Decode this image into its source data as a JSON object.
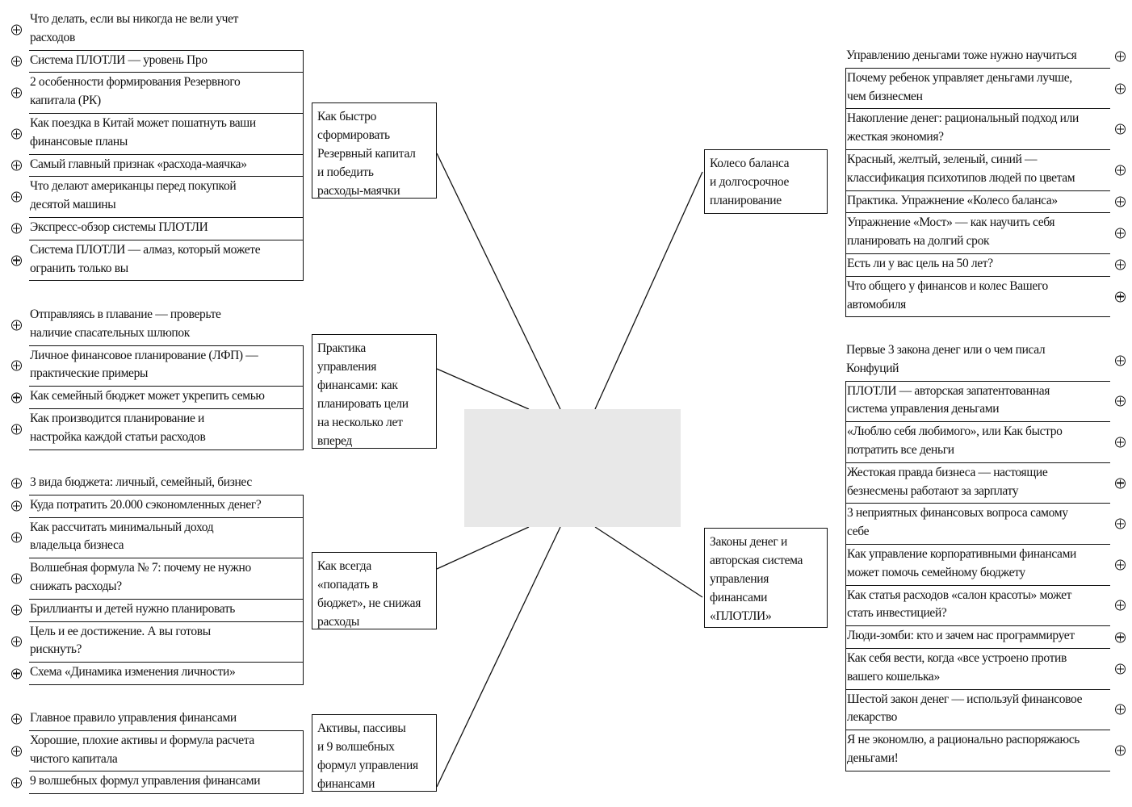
{
  "center": {
    "label": ""
  },
  "branches": [
    {
      "id": "reserve",
      "topic": [
        "Как быстро",
        "сформировать",
        "Резервный капитал",
        "и победить",
        "расходы-маячки"
      ],
      "items": [
        [
          "Что делать, если вы никогда не вели учет",
          "расходов"
        ],
        [
          "Система ПЛОТЛИ — уровень Про"
        ],
        [
          "2 особенности формирования Резервного",
          "капитала (РК)"
        ],
        [
          "Как поездка в Китай может пошатнуть ваши",
          "финансовые планы"
        ],
        [
          "Самый главный признак «расхода-маячка»"
        ],
        [
          "Что делают американцы перед покупкой",
          "десятой машины"
        ],
        [
          "Экспресс-обзор системы ПЛОТЛИ"
        ],
        [
          "Система ПЛОТЛИ — алмаз, который можете",
          "огранить только вы"
        ]
      ]
    },
    {
      "id": "practice",
      "topic": [
        "Практика",
        "управления",
        "финансами: как",
        "планировать цели",
        "на несколько лет",
        "вперед"
      ],
      "items": [
        [
          "Отправляясь в плавание — проверьте",
          "наличие спасательных шлюпок"
        ],
        [
          "Личное финансовое планирование (ЛФП) —",
          "практические примеры"
        ],
        [
          "Как семейный бюджет может укрепить семью"
        ],
        [
          "Как производится планирование и",
          "настройка каждой статьи расходов"
        ]
      ]
    },
    {
      "id": "budget",
      "topic": [
        "Как всегда",
        "«попадать в",
        "бюджет», не снижая",
        "расходы"
      ],
      "items": [
        [
          "3 вида бюджета: личный, семейный, бизнес"
        ],
        [
          "Куда потратить 20.000 сэкономленных денег?"
        ],
        [
          "Как рассчитать минимальный доход",
          "владельца бизнеса"
        ],
        [
          "Волшебная формула № 7: почему не нужно",
          "снижать расходы?"
        ],
        [
          "Бриллианты и детей нужно планировать"
        ],
        [
          "Цель и ее достижение. А вы готовы",
          "рискнуть?"
        ],
        [
          "Схема «Динамика изменения личности»"
        ]
      ]
    },
    {
      "id": "assets",
      "topic": [
        "Активы, пассивы",
        "и 9 волшебных",
        "формул управления",
        "финансами"
      ],
      "items": [
        [
          "Главное правило управления финансами"
        ],
        [
          "Хорошие, плохие активы и формула расчета",
          "чистого капитала"
        ],
        [
          "9 волшебных формул управления финансами"
        ]
      ]
    },
    {
      "id": "wheel",
      "topic": [
        "Колесо баланса",
        "и долгосрочное",
        "планирование"
      ],
      "items": [
        [
          "Управлению деньгами тоже нужно научиться"
        ],
        [
          "Почему ребенок управляет деньгами лучше,",
          "чем бизнесмен"
        ],
        [
          "Накопление денег: рациональный подход или",
          "жесткая экономия?"
        ],
        [
          "Красный, желтый, зеленый, синий —",
          "классификация психотипов людей по цветам"
        ],
        [
          "Практика. Упражнение «Колесо баланса»"
        ],
        [
          "Упражнение «Мост» — как научить себя",
          "планировать на долгий срок"
        ],
        [
          "Есть ли у вас цель на 50 лет?"
        ],
        [
          "Что общего у финансов и колес Вашего",
          "автомобиля"
        ]
      ]
    },
    {
      "id": "laws",
      "topic": [
        "Законы денег и",
        "авторская система",
        "управления",
        "финансами",
        "«ПЛОТЛИ»"
      ],
      "items": [
        [
          "Первые 3 закона денег или о чем писал",
          "Конфуций"
        ],
        [
          "ПЛОТЛИ — авторская запатентованная",
          "система управления деньгами"
        ],
        [
          "«Люблю себя любимого», или Как быстро",
          "потратить все деньги"
        ],
        [
          "Жестокая правда бизнеса — настоящие",
          "безнесмены работают за зарплату"
        ],
        [
          "3 неприятных финансовых вопроса самому",
          "себе"
        ],
        [
          "Как управление корпоративными финансами",
          "может помочь семейному бюджету"
        ],
        [
          "Как статья расходов «салон красоты» может",
          "стать инвестицией?"
        ],
        [
          "Люди-зомби: кто и зачем нас программирует"
        ],
        [
          "Как себя вести, когда «все устроено против",
          "вашего кошелька»"
        ],
        [
          "Шестой закон денег — используй финансовое",
          "лекарство"
        ],
        [
          "Я не экономлю, а рационально распоряжаюсь",
          "деньгами!"
        ]
      ]
    }
  ]
}
